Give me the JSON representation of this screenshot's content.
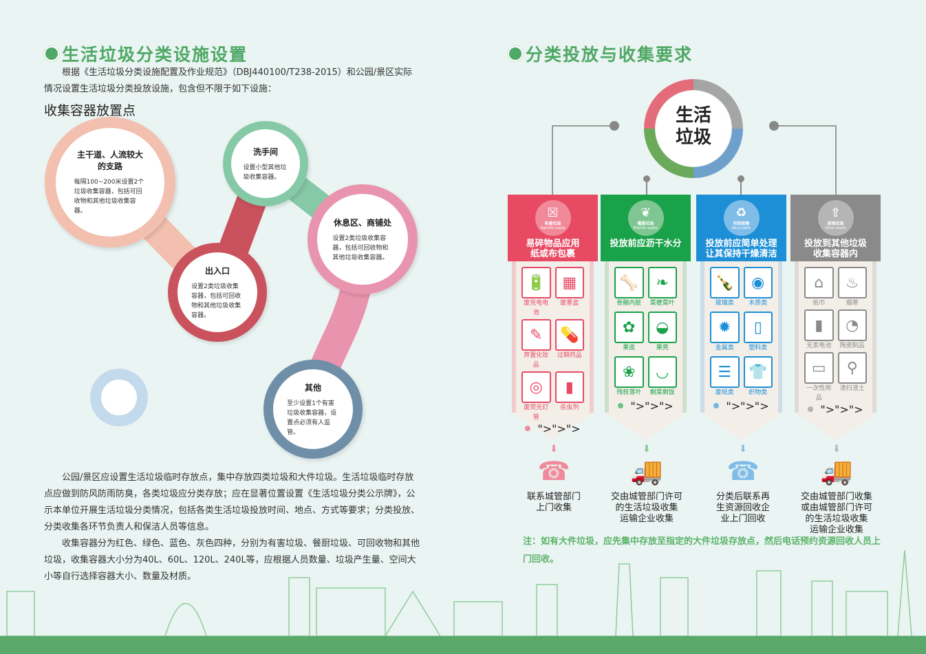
{
  "left": {
    "title": "生活垃圾分类设施设置",
    "intro": "根据《生活垃圾分类设施配置及作业规范》（DBJ440100/T238-2015）和公园/景区实际情况设置生活垃圾分类投放设施，包含但不限于如下设施：",
    "subtitle": "收集容器放置点",
    "points": [
      {
        "title": "主干道、人流较大的支路",
        "desc": "每隔100~200米设置2个垃圾收集容器，包括可回收物和其他垃圾收集容器。",
        "color": "#f3bfae"
      },
      {
        "title": "洗手间",
        "desc": "设置小型其他垃圾收集容器。",
        "color": "#86c9a7"
      },
      {
        "title": "出入口",
        "desc": "设置2类垃圾收集容器，包括可回收物和其他垃圾收集容器。",
        "color": "#c9525c"
      },
      {
        "title": "休息区、商铺处",
        "desc": "设置2类垃圾收集容器，包括可回收物和其他垃圾收集容器。",
        "color": "#e994ae"
      },
      {
        "title": "其他",
        "desc": "至少设置1个有害垃圾收集容器，设置点必须有人监管。",
        "color": "#6f8ea8"
      }
    ],
    "paragraphs": [
      "公园/景区应设置生活垃圾临时存放点，集中存放四类垃圾和大件垃圾。生活垃圾临时存放点应做到防风防雨防臭，各类垃圾应分类存放；应在显著位置设置《生活垃圾分类公示牌》，公示本单位开展生活垃圾分类情况，包括各类生活垃圾投放时间、地点、方式等要求；分类投放、分类收集各环节负责人和保洁人员等信息。",
      "收集容器分为红色、绿色、蓝色、灰色四种，分别为有害垃圾、餐厨垃圾、可回收物和其他垃圾，收集容器大小分为40L、60L、120L、240L等，应根据人员数量、垃圾产生量、空间大小等自行选择容器大小、数量及材质。"
    ]
  },
  "right": {
    "title": "分类投放与收集要求",
    "center": [
      "生活",
      "垃圾"
    ],
    "columns": [
      {
        "badge": "有害垃圾",
        "badge_en": "Harmful waste",
        "icon": "harmful-icon",
        "glyph": "☒",
        "color": "#e84a63",
        "badge_color": "#f08a9a",
        "header": [
          "易碎物品应用",
          "纸或布包裹"
        ],
        "items": [
          [
            "废充电电池",
            "🔋"
          ],
          [
            "废墨盒",
            "▦"
          ],
          [
            "弃置化妆品",
            "✎"
          ],
          [
            "过期药品",
            "💊"
          ],
          [
            "废荧光灯管",
            "◎"
          ],
          [
            "杀虫剂",
            "▮"
          ]
        ],
        "result_icon": "phone-icon",
        "result_glyph": "☎",
        "result": [
          "联系城管部门",
          "上门收集"
        ]
      },
      {
        "badge": "餐厨垃圾",
        "badge_en": "Kitchen waste",
        "icon": "kitchen-waste-icon",
        "glyph": "❦",
        "color": "#1aa24a",
        "badge_color": "#7fc693",
        "header": [
          "投放前应沥干水分"
        ],
        "items": [
          [
            "骨骼内脏",
            "🦴"
          ],
          [
            "菜梗菜叶",
            "❧"
          ],
          [
            "果皮",
            "✿"
          ],
          [
            "果壳",
            "◒"
          ],
          [
            "残枝落叶",
            "❀"
          ],
          [
            "剩菜剩饭",
            "◡"
          ]
        ],
        "result_icon": "truck-icon",
        "result_glyph": "🚚",
        "result": [
          "交由城管部门许可",
          "的生活垃圾收集",
          "运输企业收集"
        ]
      },
      {
        "badge": "可回收物",
        "badge_en": "Recyclable",
        "icon": "recycle-icon",
        "glyph": "♻",
        "color": "#1d8fd6",
        "badge_color": "#7fbde8",
        "header": [
          "投放前应简单处理",
          "让其保持干燥清洁"
        ],
        "items": [
          [
            "玻璃类",
            "🍾"
          ],
          [
            "木质类",
            "◉"
          ],
          [
            "金属类",
            "✹"
          ],
          [
            "塑料类",
            "▯"
          ],
          [
            "废纸类",
            "☰"
          ],
          [
            "织物类",
            "👕"
          ]
        ],
        "result_icon": "phone-icon",
        "result_glyph": "☎",
        "result": [
          "分类后联系再",
          "生资源回收企",
          "业上门回收"
        ]
      },
      {
        "badge": "其他垃圾",
        "badge_en": "Other waste",
        "icon": "other-waste-icon",
        "glyph": "⇧",
        "color": "#8a8a8a",
        "badge_color": "#b5b5b5",
        "header": [
          "投放到其他垃圾",
          "收集容器内"
        ],
        "items": [
          [
            "纸巾",
            "⌂"
          ],
          [
            "烟蒂",
            "♨"
          ],
          [
            "无汞电池",
            "▮"
          ],
          [
            "陶瓷制品",
            "◔"
          ],
          [
            "一次性用品",
            "▭"
          ],
          [
            "清扫渣土",
            "⚲"
          ]
        ],
        "result_icon": "truck-icon",
        "result_glyph": "🚚",
        "result": [
          "交由城管部门收集",
          "或由城管部门许可",
          "的生活垃圾收集",
          "运输企业收集"
        ]
      }
    ],
    "note": "注：如有大件垃圾，应先集中存放至指定的大件垃圾存放点，然后电话预约资源回收人员上门回收。"
  },
  "colors": {
    "accent": "#4fa865",
    "background": "#eaf4f2",
    "footer": "#5aa86a"
  }
}
